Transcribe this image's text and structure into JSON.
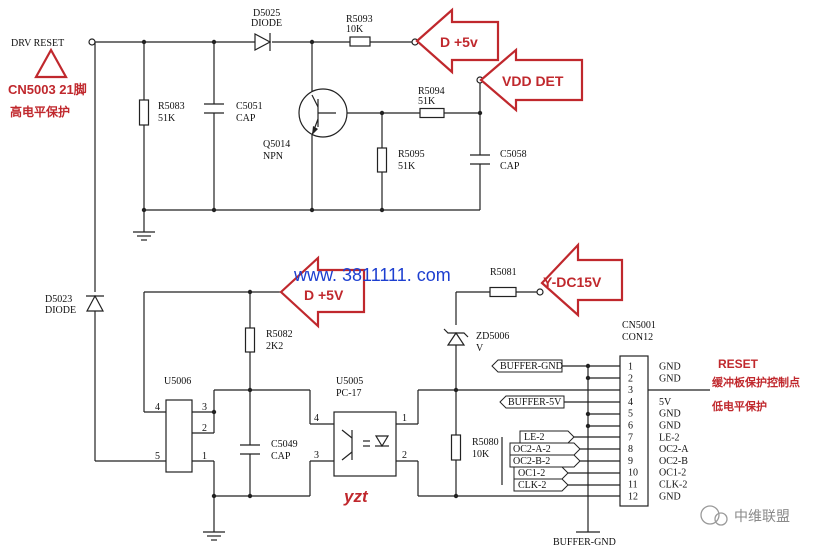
{
  "net_labels": {
    "drv_reset": "DRV RESET",
    "buffer_gnd_bottom": "BUFFER-GND"
  },
  "components": {
    "d5025_ref": "D5025",
    "d5025_val": "DIODE",
    "r5093_ref": "R5093",
    "r5093_val": "10K",
    "r5083_ref": "R5083",
    "r5083_val": "51K",
    "c5051_ref": "C5051",
    "c5051_val": "CAP",
    "q5014_ref": "Q5014",
    "q5014_val": "NPN",
    "r5094_ref": "R5094",
    "r5094_val": "51K",
    "r5095_ref": "R5095",
    "r5095_val": "51K",
    "c5058_ref": "C5058",
    "c5058_val": "CAP",
    "d5023_ref": "D5023",
    "d5023_val": "DIODE",
    "r5082_ref": "R5082",
    "r5082_val": "2K2",
    "u5006_ref": "U5006",
    "c5049_ref": "C5049",
    "c5049_val": "CAP",
    "u5005_ref": "U5005",
    "u5005_val": "PC-17",
    "r5081_ref": "R5081",
    "zd5006_ref": "ZD5006",
    "zd5006_val": "V",
    "r5080_ref": "R5080",
    "r5080_val": "10K",
    "cn5001_ref": "CN5001",
    "cn5001_val": "CON12"
  },
  "pins": {
    "u5006_p4": "4",
    "u5006_p3": "3",
    "u5006_p2": "2",
    "u5006_p5": "5",
    "u5006_p1": "1",
    "u5005_p4": "4",
    "u5005_p3": "3",
    "u5005_p1": "1",
    "u5005_p2": "2"
  },
  "connector": {
    "pin_numbers": [
      "1",
      "2",
      "3",
      "4",
      "5",
      "6",
      "7",
      "8",
      "9",
      "10",
      "11",
      "12"
    ],
    "pin_names": [
      "GND",
      "GND",
      "",
      "5V",
      "GND",
      "GND",
      "LE-2",
      "OC2-A",
      "OC2-B",
      "OC1-2",
      "CLK-2",
      "GND"
    ]
  },
  "flags": {
    "buffer_gnd": "BUFFER-GND",
    "buffer_5v": "BUFFER-5V",
    "le2": "LE-2",
    "oc2a": "OC2-A-2",
    "oc2b": "OC2-B-2",
    "oc12": "OC1-2",
    "clk2": "CLK-2"
  },
  "annotations": {
    "d5v_top": "D +5v",
    "vdd_det": "VDD DET",
    "cn5003": "CN5003  21脚",
    "cn5003_note": "高电平保护",
    "website": "www. 3811111. com",
    "d5v_mid": "D +5V",
    "ydc15v": "Y-DC15V",
    "reset": "RESET",
    "reset_note1": "缓冲板保护控制点",
    "reset_note2": "低电平保护",
    "signature": "yzt",
    "watermark": "中维联盟"
  },
  "colors": {
    "accent": "#c0282d",
    "web": "#1d3fd0",
    "ink": "#222222"
  }
}
